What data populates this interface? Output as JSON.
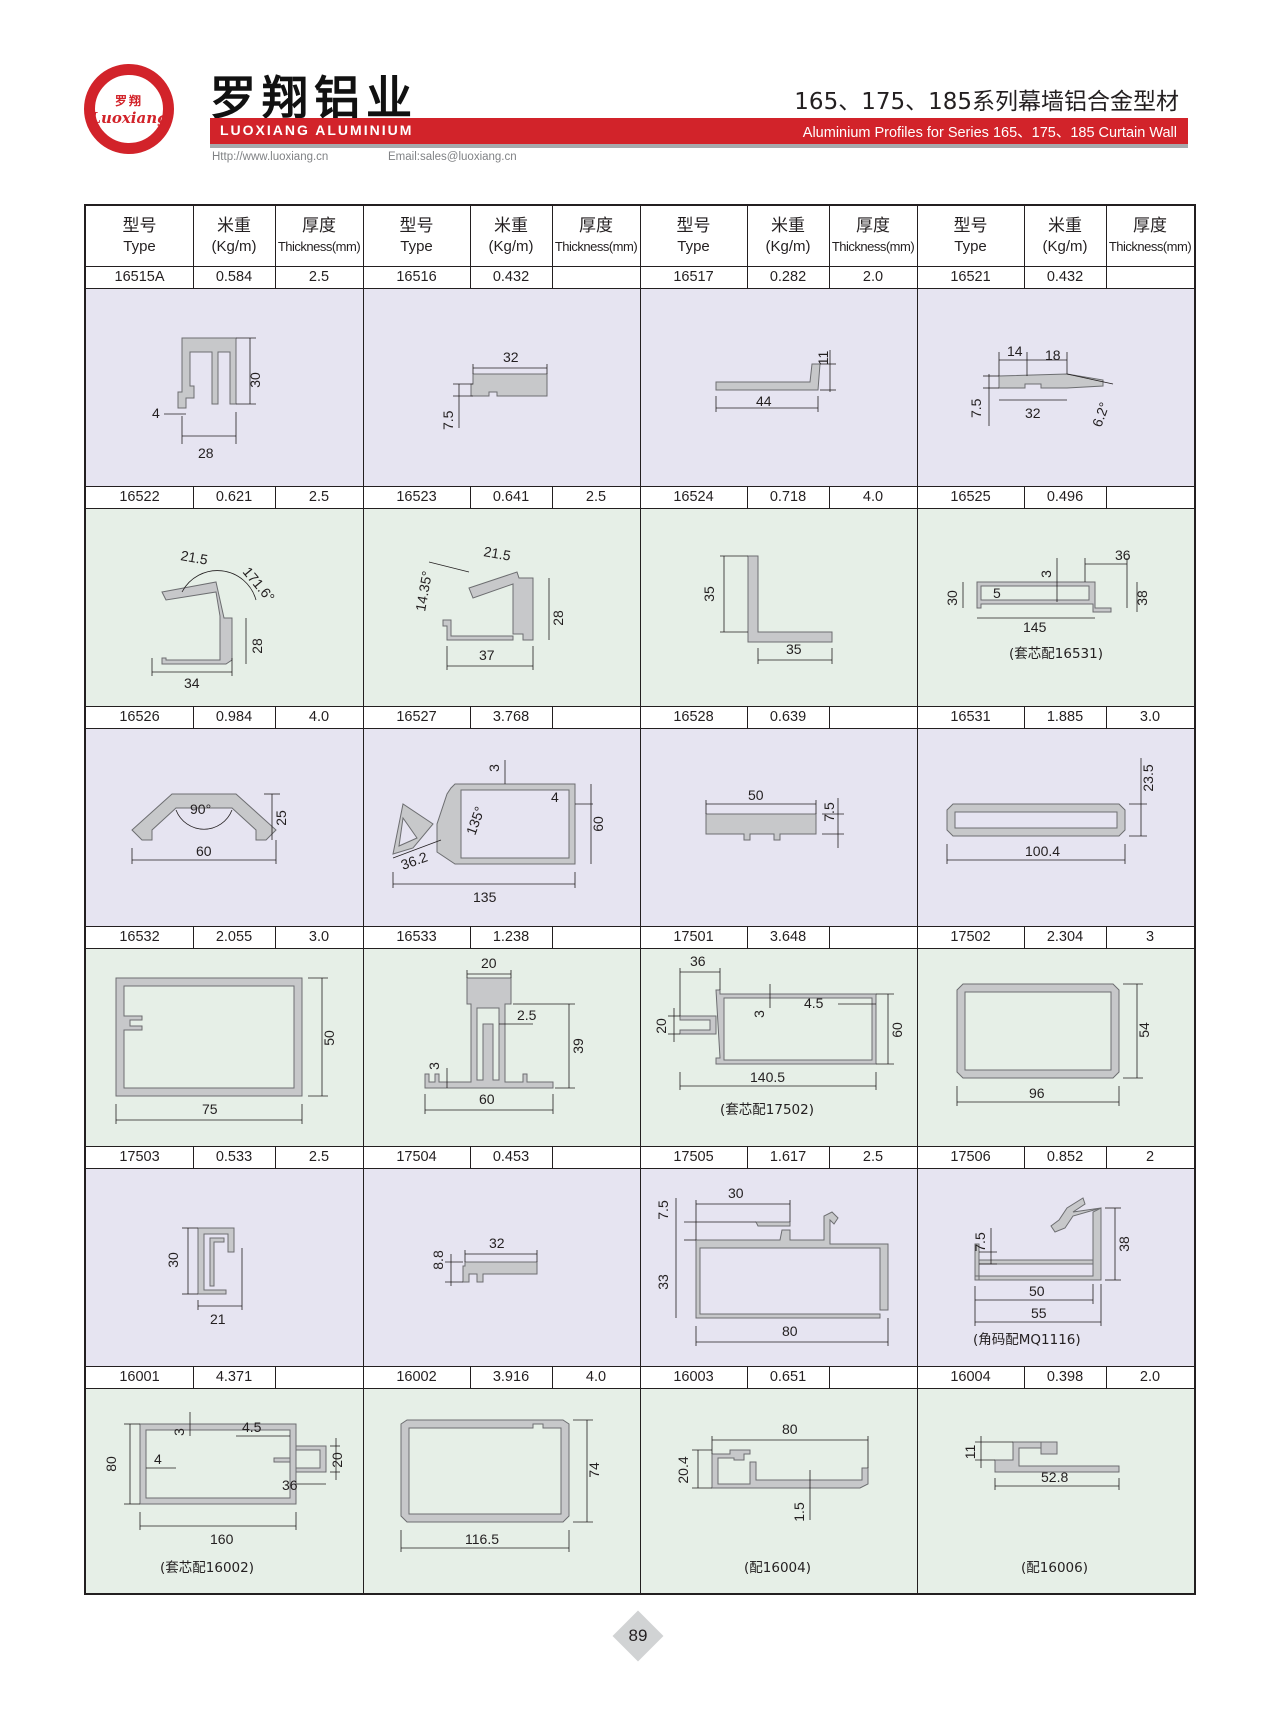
{
  "header": {
    "logo_cn": "罗翔",
    "logo_en": "Luoxiang",
    "brand_cn": "罗翔铝业",
    "brand_en": "LUOXIANG ALUMINIUM",
    "series_title": "165、175、185系列幕墙铝合金型材",
    "series_en": "Aluminium Profiles for Series 165、175、185 Curtain Wall",
    "website": "Http://www.luoxiang.cn",
    "email": "Email:sales@luoxiang.cn"
  },
  "columns": {
    "type_cn": "型号",
    "type_en": "Type",
    "weight_cn": "米重",
    "weight_en": "(Kg/m)",
    "thick_cn": "厚度",
    "thick_en": "Thickness(mm)"
  },
  "colors": {
    "brand_red": "#d2232a",
    "row_lavender": "#e6e4f1",
    "row_green": "#e6efe7",
    "profile_fill": "#c7c8ca"
  },
  "rows": [
    [
      {
        "type": "16515A",
        "weight": "0.584",
        "thickness": "2.5"
      },
      {
        "type": "16516",
        "weight": "0.432",
        "thickness": ""
      },
      {
        "type": "16517",
        "weight": "0.282",
        "thickness": "2.0"
      },
      {
        "type": "16521",
        "weight": "0.432",
        "thickness": ""
      }
    ],
    [
      {
        "type": "16522",
        "weight": "0.621",
        "thickness": "2.5"
      },
      {
        "type": "16523",
        "weight": "0.641",
        "thickness": "2.5"
      },
      {
        "type": "16524",
        "weight": "0.718",
        "thickness": "4.0"
      },
      {
        "type": "16525",
        "weight": "0.496",
        "thickness": ""
      }
    ],
    [
      {
        "type": "16526",
        "weight": "0.984",
        "thickness": "4.0"
      },
      {
        "type": "16527",
        "weight": "3.768",
        "thickness": ""
      },
      {
        "type": "16528",
        "weight": "0.639",
        "thickness": ""
      },
      {
        "type": "16531",
        "weight": "1.885",
        "thickness": "3.0"
      }
    ],
    [
      {
        "type": "16532",
        "weight": "2.055",
        "thickness": "3.0"
      },
      {
        "type": "16533",
        "weight": "1.238",
        "thickness": ""
      },
      {
        "type": "17501",
        "weight": "3.648",
        "thickness": ""
      },
      {
        "type": "17502",
        "weight": "2.304",
        "thickness": "3"
      }
    ],
    [
      {
        "type": "17503",
        "weight": "0.533",
        "thickness": "2.5"
      },
      {
        "type": "17504",
        "weight": "0.453",
        "thickness": ""
      },
      {
        "type": "17505",
        "weight": "1.617",
        "thickness": "2.5"
      },
      {
        "type": "17506",
        "weight": "0.852",
        "thickness": "2"
      }
    ],
    [
      {
        "type": "16001",
        "weight": "4.371",
        "thickness": ""
      },
      {
        "type": "16002",
        "weight": "3.916",
        "thickness": "4.0"
      },
      {
        "type": "16003",
        "weight": "0.651",
        "thickness": ""
      },
      {
        "type": "16004",
        "weight": "0.398",
        "thickness": "2.0"
      }
    ]
  ],
  "dims": {
    "p16515A": [
      "4",
      "28",
      "30"
    ],
    "p16516": [
      "32",
      "7.5"
    ],
    "p16517": [
      "11",
      "44"
    ],
    "p16521": [
      "14",
      "18",
      "7.5",
      "32",
      "6.2°"
    ],
    "p16522": [
      "21.5",
      "171.6°",
      "28",
      "34"
    ],
    "p16523": [
      "14.35°",
      "21.5",
      "28",
      "37"
    ],
    "p16524": [
      "35",
      "35"
    ],
    "p16525": [
      "36",
      "3",
      "30",
      "5",
      "38",
      "145"
    ],
    "p16526": [
      "90°",
      "25",
      "60"
    ],
    "p16527": [
      "3",
      "4",
      "135°",
      "60",
      "36.2",
      "135"
    ],
    "p16528": [
      "50",
      "7.5"
    ],
    "p16531": [
      "23.5",
      "100.4"
    ],
    "p16532": [
      "50",
      "75"
    ],
    "p16533": [
      "20",
      "2.5",
      "39",
      "3",
      "60"
    ],
    "p17501": [
      "36",
      "4.5",
      "20",
      "3",
      "60",
      "140.5"
    ],
    "p17502": [
      "54",
      "96"
    ],
    "p17503": [
      "30",
      "21"
    ],
    "p17504": [
      "32",
      "8.8"
    ],
    "p17505": [
      "7.5",
      "30",
      "33",
      "80"
    ],
    "p17506": [
      "7.5",
      "38",
      "50",
      "55"
    ],
    "p16001": [
      "4.5",
      "3",
      "80",
      "4",
      "20",
      "36",
      "160"
    ],
    "p16002": [
      "74",
      "116.5"
    ],
    "p16003": [
      "80",
      "20.4",
      "1.5"
    ],
    "p16004": [
      "11",
      "52.8"
    ]
  },
  "captions": {
    "c16525": "(套芯配16531)",
    "c17501": "(套芯配17502)",
    "c17506": "(角码配MQ1116)",
    "c16001": "(套芯配16002)",
    "c16003": "(配16004)",
    "c16004": "(配16006)"
  },
  "page_number": "89"
}
